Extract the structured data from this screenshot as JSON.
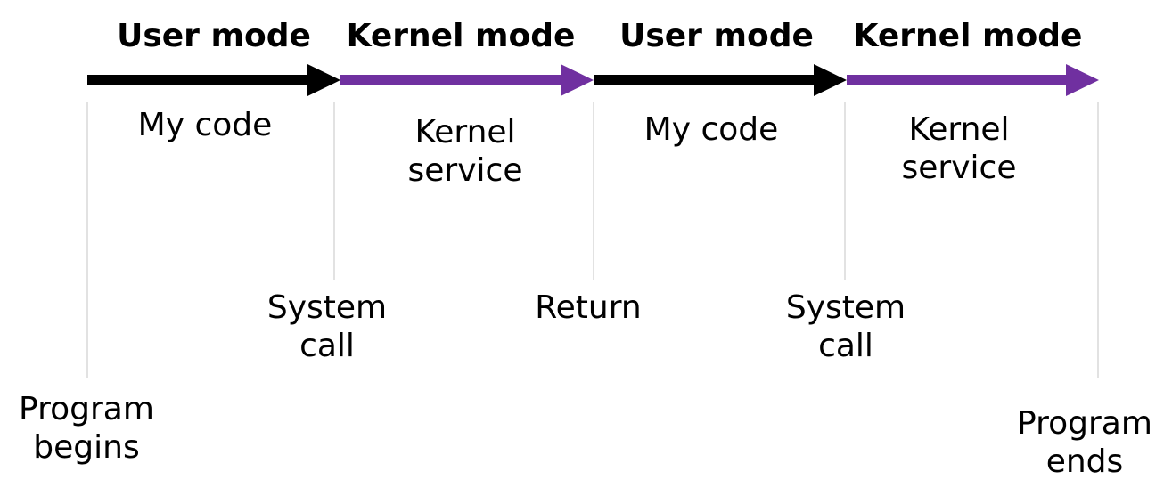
{
  "modes": [
    {
      "label": "User mode",
      "color": "#000000"
    },
    {
      "label": "Kernel mode",
      "color": "#7030a0"
    },
    {
      "label": "User mode",
      "color": "#000000"
    },
    {
      "label": "Kernel mode",
      "color": "#7030a0"
    }
  ],
  "segments": [
    {
      "lines": [
        "My code"
      ]
    },
    {
      "lines": [
        "Kernel",
        "service"
      ]
    },
    {
      "lines": [
        "My code"
      ]
    },
    {
      "lines": [
        "Kernel",
        "service"
      ]
    }
  ],
  "events": {
    "program_begins": [
      "Program",
      "begins"
    ],
    "system_call_1": [
      "System",
      "call"
    ],
    "return": [
      "Return"
    ],
    "system_call_2": [
      "System",
      "call"
    ],
    "program_ends": [
      "Program",
      "ends"
    ]
  },
  "colors": {
    "user_arrow": "#000000",
    "kernel_arrow": "#7030a0",
    "divider": "#d9d9d9"
  }
}
